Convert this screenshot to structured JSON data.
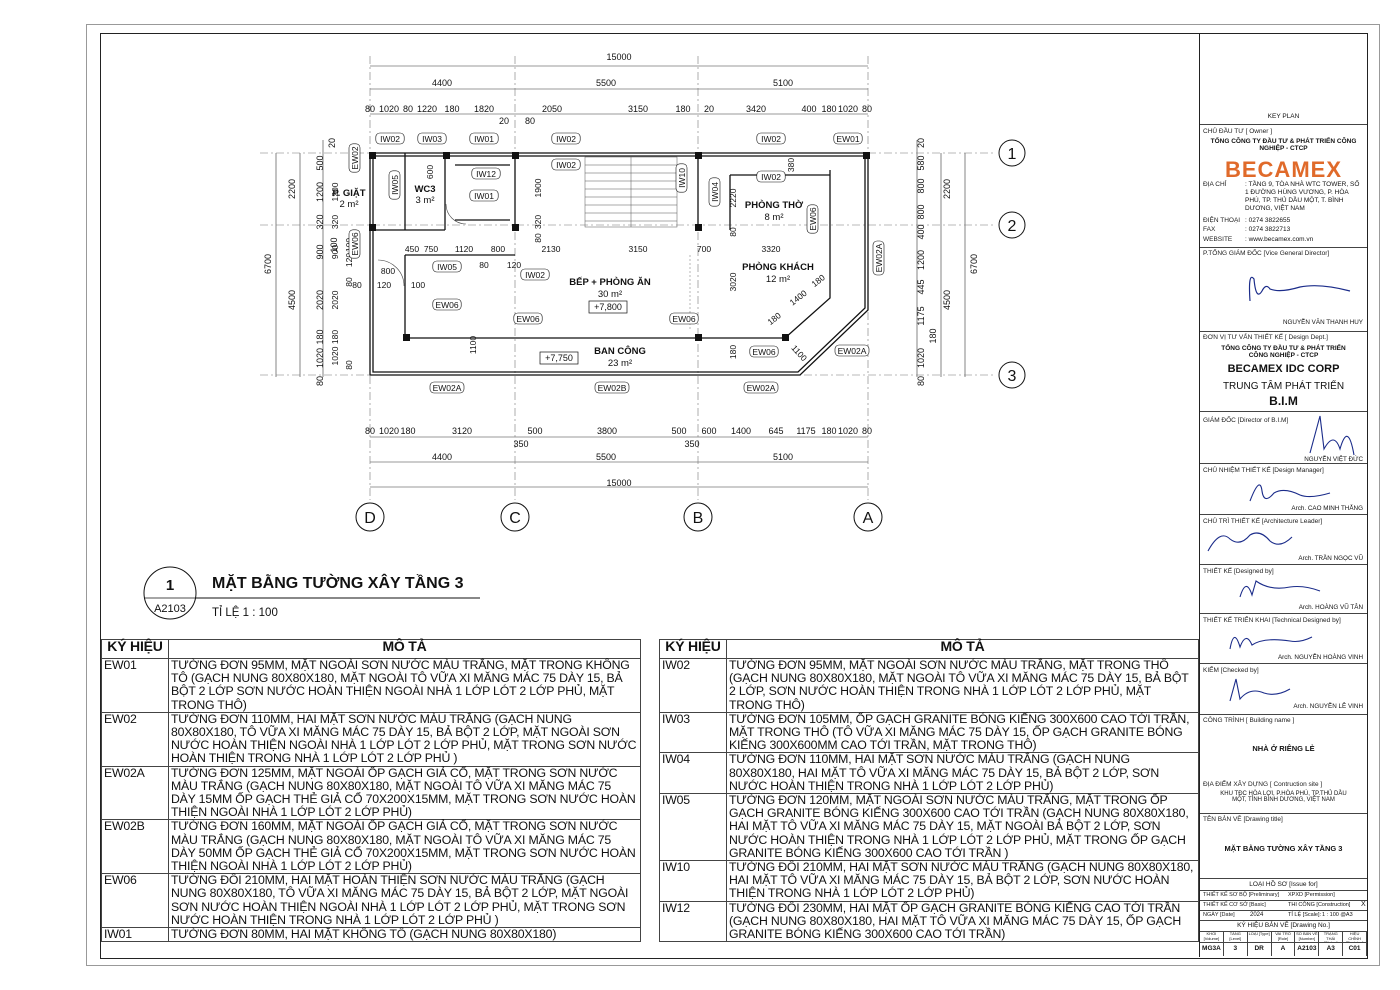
{
  "plan": {
    "dims_top_total": "15000",
    "dims_top_mid": [
      "4400",
      "5500",
      "5100"
    ],
    "dims_top_detail": [
      "80",
      "1020",
      "80",
      "1220",
      "180",
      "1820",
      "2050",
      "3150",
      "180",
      "20",
      "3420",
      "400",
      "180",
      "1020",
      "80"
    ],
    "dims_top_small": [
      "20",
      "80"
    ],
    "dims_bot_detail": [
      "80",
      "1020",
      "180",
      "3120",
      "500",
      "3800",
      "500",
      "600",
      "1400",
      "645",
      "1175",
      "180",
      "1020",
      "80"
    ],
    "dims_bot_small": [
      "350",
      "350"
    ],
    "dims_bot_mid": [
      "4400",
      "5500",
      "5100"
    ],
    "dims_bot_total": "15000",
    "dims_left_total": "6700",
    "dims_left_mid": [
      "2200",
      "4500"
    ],
    "dims_left_detail": [
      "20",
      "500",
      "1200",
      "320",
      "900",
      "100",
      "2020",
      "180",
      "1020",
      "80"
    ],
    "dims_right_total": "6700",
    "dims_right_mid": [
      "2200",
      "4500"
    ],
    "dims_right_detail": [
      "20",
      "580",
      "800",
      "800",
      "400",
      "1200",
      "445",
      "1175",
      "180",
      "1020",
      "80"
    ],
    "inner_dims": [
      "450",
      "750",
      "1120",
      "800",
      "120",
      "80",
      "2130",
      "3150",
      "700",
      "3320",
      "800",
      "120",
      "100",
      "80",
      "380",
      "600",
      "1900",
      "320",
      "80",
      "2220",
      "80",
      "3020",
      "1100",
      "180",
      "1400",
      "180",
      "180",
      "1100",
      "80",
      "1020",
      "180",
      "2020",
      "100",
      "900",
      "120",
      "80",
      "320",
      "1200"
    ],
    "grid_rows": [
      "1",
      "2",
      "3"
    ],
    "grid_cols": [
      "D",
      "C",
      "B",
      "A"
    ],
    "rooms": [
      {
        "name": "P. GIẶT",
        "area": "2 m²"
      },
      {
        "name": "WC3",
        "area": "3 m²"
      },
      {
        "name": "BẾP + PHÒNG ĂN",
        "area": "30 m²"
      },
      {
        "name": "PHÒNG THỜ",
        "area": "8 m²"
      },
      {
        "name": "PHÒNG KHÁCH",
        "area": "12 m²"
      },
      {
        "name": "BAN CÔNG",
        "area": "23 m²"
      }
    ],
    "levels": [
      "+7,800",
      "+7,750"
    ],
    "tags": [
      "IW02",
      "IW03",
      "IW01",
      "IW02",
      "IW02",
      "EW01",
      "EW02",
      "IW05",
      "IW12",
      "IW01",
      "IW02",
      "IW10",
      "IW04",
      "IW02",
      "EW06",
      "EW06",
      "IW05",
      "IW02",
      "EW06",
      "EW06",
      "EW06",
      "EW02A",
      "EW06",
      "EW02A",
      "EW02A",
      "EW02B",
      "EW02A"
    ]
  },
  "drawing": {
    "number": "1",
    "sheet": "A2103",
    "title": "MẶT BẰNG TƯỜNG XÂY TẦNG 3",
    "scale": "TỈ LỆ   1 : 100"
  },
  "legend": {
    "col_code": "KÝ HIỆU",
    "col_desc": "MÔ TẢ",
    "left": [
      {
        "code": "EW01",
        "desc": "TƯỜNG ĐƠN 95MM, MẶT NGOÀI SƠN NƯỚC MÀU TRẮNG, MẶT TRONG KHÔNG TÔ (GẠCH NUNG 80X80X180, MẶT NGOÀI TÔ VỮA XI MĂNG MÁC 75 DÀY 15, BẢ BỘT 2 LỚP SƠN NƯỚC HOÀN THIỆN NGOÀI NHÀ 1 LỚP LÓT 2 LỚP PHỦ, MẶT TRONG THÔ)"
      },
      {
        "code": "EW02",
        "desc": "TƯỜNG ĐƠN 110MM, HAI MẶT SƠN NƯỚC MÀU TRẮNG (GẠCH NUNG 80X80X180, TÔ VỮA XI MĂNG MÁC 75 DÀY 15, BẢ BỘT 2 LỚP, MẶT NGOÀI SƠN NƯỚC HOÀN THIỆN NGOÀI NHÀ 1 LỚP LÓT 2 LỚP PHỦ, MẶT TRONG SƠN NƯỚC HOÀN THIỆN TRONG NHÀ 1 LỚP LÓT 2 LỚP PHỦ )"
      },
      {
        "code": "EW02A",
        "desc": "TƯỜNG ĐƠN 125MM, MẶT NGOÀI ỐP GẠCH GIẢ CỔ, MẶT TRONG SƠN NƯỚC MÀU TRẮNG (GẠCH NUNG 80X80X180, MẶT NGOÀI TÔ VỮA XI MĂNG MÁC 75 DÀY 15MM ỐP GẠCH THẺ GIẢ CỔ 70X200X15MM, MẶT TRONG SƠN NƯỚC HOÀN THIỆN NGOÀI NHÀ 1 LỚP LÓT 2 LỚP PHỦ)"
      },
      {
        "code": "EW02B",
        "desc": "TƯỜNG ĐƠN 160MM, MẶT NGOÀI ỐP GẠCH GIẢ CỔ, MẶT TRONG SƠN NƯỚC MÀU TRẮNG (GẠCH NUNG 80X80X180, MẶT NGOÀI TÔ VỮA XI MĂNG MÁC 75 DÀY 50MM ỐP GẠCH THẺ GIẢ CỔ 70X200X15MM, MẶT TRONG SƠN NƯỚC HOÀN THIỆN NGOÀI NHÀ 1 LỚP LÓT 2 LỚP PHỦ)"
      },
      {
        "code": "EW06",
        "desc": "TƯỜNG ĐÔI 210MM, HAI MẶT HOÀN THIỆN SƠN NƯỚC MÀU TRẮNG (GẠCH NUNG 80X80X180, TÔ VỮA XI MĂNG MÁC 75 DÀY 15, BẢ BỘT 2 LỚP, MẶT NGOÀI SƠN NƯỚC HOÀN THIỆN NGOÀI NHÀ 1 LỚP LÓT 2 LỚP PHỦ, MẶT TRONG SƠN NƯỚC HOÀN THIỆN TRONG NHÀ 1 LỚP LÓT 2 LỚP PHỦ )"
      },
      {
        "code": "IW01",
        "desc": "TƯỜNG ĐƠN 80MM, HAI MẶT KHÔNG TÔ (GẠCH NUNG 80X80X180)"
      }
    ],
    "right": [
      {
        "code": "IW02",
        "desc": "TƯỜNG ĐƠN 95MM,  MẶT NGOÀI SƠN NƯỚC MÀU TRẮNG, MẶT TRONG THÔ (GẠCH NUNG 80X80X180, MẶT NGOÀI TÔ VỮA XI MĂNG MÁC 75 DÀY 15, BẢ BỘT 2 LỚP, SƠN NƯỚC HOÀN THIỆN TRONG NHÀ 1 LỚP LÓT 2 LỚP PHỦ, MẶT TRONG THÔ)"
      },
      {
        "code": "IW03",
        "desc": "TƯỜNG ĐƠN 105MM, ỐP GẠCH GRANITE BÓNG KIẾNG 300X600 CAO TỚI TRẦN, MẶT TRONG THÔ (TÔ VỮA XI MĂNG MÁC 75 DÀY 15, ỐP GẠCH GRANITE BÓNG KIẾNG 300X600MM CAO TỚI TRẦN, MẶT TRONG THÔ)"
      },
      {
        "code": "IW04",
        "desc": "TƯỜNG ĐƠN 110MM, HAI MẶT SƠN NƯỚC MÀU TRẮNG (GẠCH NUNG 80X80X180, HAI MẶT TÔ VỮA XI MĂNG MÁC 75 DÀY 15, BẢ BỘT 2 LỚP, SƠN NƯỚC HOÀN THIỆN TRONG NHÀ 1 LỚP LÓT 2 LỚP PHỦ)"
      },
      {
        "code": "IW05",
        "desc": "TƯỜNG ĐƠN 120MM, MẶT NGOÀI SƠN NƯỚC MÀU TRẮNG, MẶT TRONG ỐP GẠCH GRANITE BÓNG KIẾNG 300X600 CAO TỚI TRẦN (GẠCH NUNG 80X80X180, HAI MẶT TÔ VỮA XI MĂNG MÁC 75 DÀY 15, MẶT NGOÀI BẢ BỘT 2 LỚP, SƠN NƯỚC HOÀN THIỆN TRONG NHÀ 1 LỚP LÓT 2 LỚP PHỦ, MẶT TRONG ỐP GẠCH GRANITE BÓNG KIẾNG 300X600 CAO TỚI TRẦN )"
      },
      {
        "code": "IW10",
        "desc": "TƯỜNG ĐÔI 210MM, HAI MẶT SƠN NƯỚC MÀU TRẮNG (GẠCH NUNG 80X80X180, HAI MẶT TÔ VỮA XI MĂNG MÁC 75 DÀY 15, BẢ BỘT 2 LỚP, SƠN NƯỚC HOÀN THIỆN TRONG NHÀ 1 LỚP LÓT 2 LỚP PHỦ)"
      },
      {
        "code": "IW12",
        "desc": "TƯỜNG ĐÔI 230MM, HAI MẶT ỐP GẠCH GRANITE BÓNG KIẾNG CAO TỚI TRẦN (GẠCH NUNG 80X80X180, HAI MẶT TÔ VỮA XI MĂNG MÁC 75 DÀY 15, ỐP GẠCH GRANITE BÓNG KIẾNG 300X600 CAO TỚI TRẦN)"
      }
    ]
  },
  "titleblock": {
    "key_plan": "KEY PLAN",
    "owner_label": "CHỦ ĐẦU TƯ  [ Owner ]",
    "owner_name": "TỔNG CÔNG TY ĐẦU TƯ & PHÁT TRIỂN CÔNG NGHIỆP - CTCP",
    "logo": "BECAMEX",
    "address_label": "ĐỊA CHỈ",
    "address": ": TẦNG 9, TÒA NHÀ WTC TOWER, SỐ 1 ĐƯỜNG HÙNG VƯƠNG, P. HÒA PHÚ, TP. THỦ DẦU MỘT, T. BÌNH DƯƠNG, VIỆT NAM",
    "phone_label": "ĐIỆN THOẠI",
    "phone": ": 0274 3822655",
    "fax_label": "FAX",
    "fax": ": 0274 3822713",
    "web_label": "WEBSITE",
    "web": ": www.becamex.com.vn",
    "vgd_label": "P.TỔNG GIÁM ĐỐC [Vice General Director]",
    "vgd_name": "NGUYỄN VĂN THANH HUY",
    "design_label": "ĐƠN VỊ TƯ VẤN THIẾT KẾ [ Design Dept.]",
    "design_org": "TỔNG CÔNG TY ĐẦU TƯ & PHÁT TRIỂN CÔNG NGHIỆP - CTCP",
    "corp": "BECAMEX IDC CORP",
    "center": "TRUNG TÂM PHÁT TRIỂN",
    "bim": "B.I.M",
    "dir_label": "GIÁM ĐỐC [Director of B.I.M]",
    "dir_name": "NGUYỄN VIỆT ĐỨC",
    "mgr_label": "CHỦ NHIỆM THIẾT KẾ [Design Manager]",
    "mgr_name": "Arch. CAO MINH THẮNG",
    "lead_label": "CHỦ TRÌ THIẾT KẾ [Architecture Leader]",
    "lead_name": "Arch. TRẦN NGỌC VŨ",
    "des_label": "THIẾT KẾ [Designed by]",
    "des_name": "Arch. HOÀNG VŨ TÂN",
    "tech_label": "THIẾT KẾ TRIỂN KHAI [Technical Designed by]",
    "tech_name": "Arch. NGUYỄN HOÀNG VINH",
    "chk_label": "KIỂM [Checked by]",
    "chk_name": "Arch. NGUYỄN LÊ VINH",
    "bld_label": "CÔNG TRÌNH [ Building name ]",
    "bld_name": "NHÀ Ở RIÊNG LẺ",
    "site_label": "ĐỊA ĐIỂM XÂY DỰNG [ Contruction site ]",
    "site": "KHU TĐC HÒA LỢI, P.HÒA PHÚ, TP.THỦ DẦU MỘT, TỈNH BÌNH DƯƠNG, VIỆT NAM",
    "dtitle_label": "TÊN BẢN VẼ [Drawing title]",
    "dtitle": "MẶT BẰNG TƯỜNG XÂY TẦNG 3",
    "issue_label": "LOẠI HỒ SƠ [Issue for]",
    "issue_rows": [
      "THIẾT KẾ SƠ BỘ [Preliminary]",
      "XPXD [Permission]",
      "THIẾT KẾ CƠ SỞ [Basic]",
      "THI CÔNG [Construction]"
    ],
    "date_label": "NGÀY [Date]",
    "date": "2024",
    "scale_label": "TỈ LỆ [Scale]:",
    "scale": "1 : 100 @A3",
    "dn_label": "KÝ HIỆU BẢN VẼ [Drawing No.]",
    "dn_heads": [
      "KHỐI [Volume]",
      "TẦNG [Level]",
      "LOẠI [Type]",
      "VAI TRÒ [Role]",
      "SỐ BẢN VẼ [Number]",
      "TRẠNG THÁI [Status]",
      "HIỆU CHỈNH [Revision]"
    ],
    "dn_vals": [
      "MG3A",
      "3",
      "DR",
      "A",
      "A2103",
      "A3",
      "C01"
    ]
  }
}
